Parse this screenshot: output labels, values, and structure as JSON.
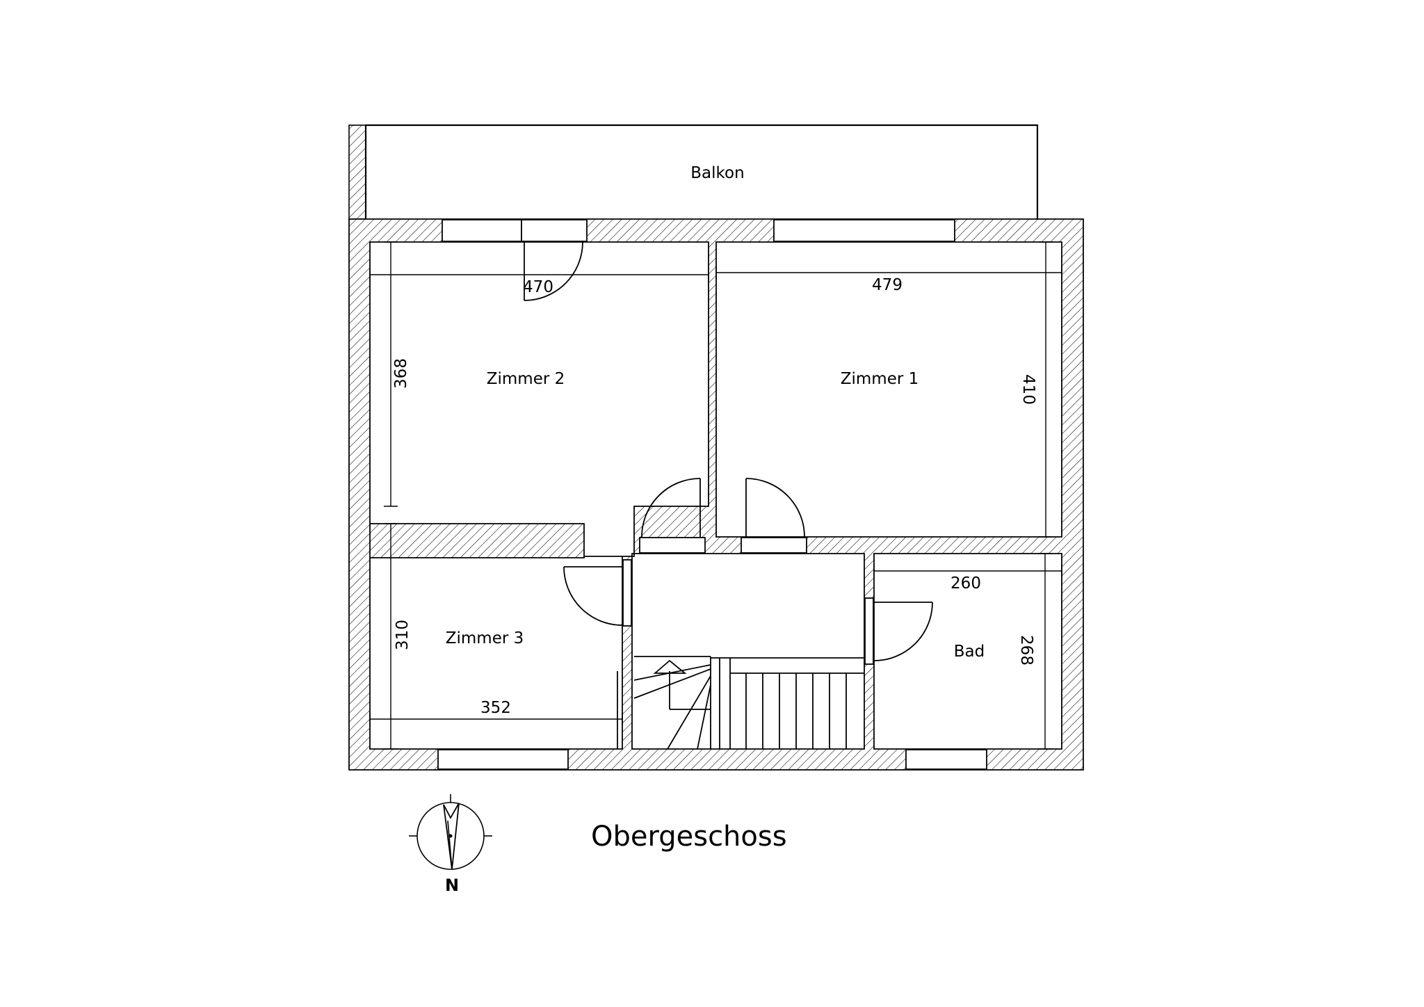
{
  "title": "Obergeschoss",
  "rooms": {
    "balkon": "Balkon",
    "zimmer2": "Zimmer 2",
    "zimmer1": "Zimmer 1",
    "zimmer3": "Zimmer 3",
    "bad": "Bad"
  },
  "dimensions": {
    "zimmer2_width": "470",
    "zimmer2_height": "368",
    "zimmer1_width": "479",
    "zimmer1_height": "410",
    "zimmer3_height": "310",
    "zimmer3_width": "352",
    "bad_width": "260",
    "bad_height": "268"
  },
  "compass": {
    "label": "N"
  }
}
